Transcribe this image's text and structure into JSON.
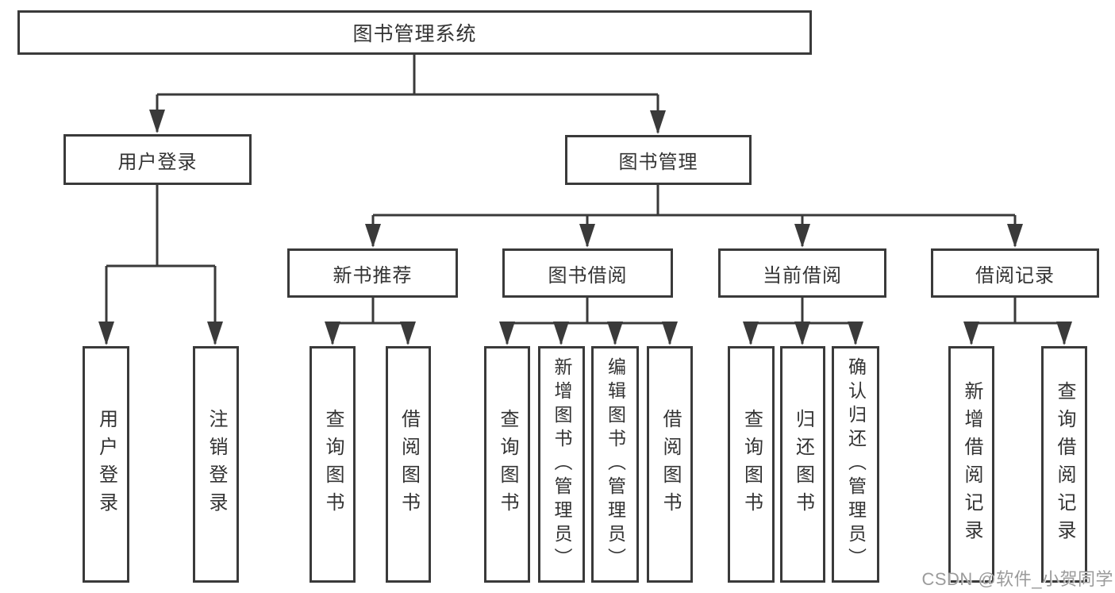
{
  "diagram": {
    "root": {
      "label": "图书管理系统"
    },
    "branches": [
      {
        "label": "用户登录",
        "children": [
          {
            "label": "用户登录"
          },
          {
            "label": "注销登录"
          }
        ]
      },
      {
        "label": "图书管理",
        "groups": [
          {
            "label": "新书推荐",
            "children": [
              {
                "label": "查询图书"
              },
              {
                "label": "借阅图书"
              }
            ]
          },
          {
            "label": "图书借阅",
            "children": [
              {
                "label": "查询图书"
              },
              {
                "label": "新增图书（管理员）"
              },
              {
                "label": "编辑图书（管理员）"
              },
              {
                "label": "借阅图书"
              }
            ]
          },
          {
            "label": "当前借阅",
            "children": [
              {
                "label": "查询图书"
              },
              {
                "label": "归还图书"
              },
              {
                "label": "确认归还（管理员）"
              }
            ]
          },
          {
            "label": "借阅记录",
            "children": [
              {
                "label": "新增借阅记录"
              },
              {
                "label": "查询借阅记录"
              }
            ]
          }
        ]
      }
    ]
  },
  "watermark": {
    "text": "CSDN @软件_小贺同学"
  },
  "colors": {
    "line": "#3a3a3a",
    "text": "#333333",
    "background": "#ffffff",
    "watermark": "#9b9b9b"
  }
}
